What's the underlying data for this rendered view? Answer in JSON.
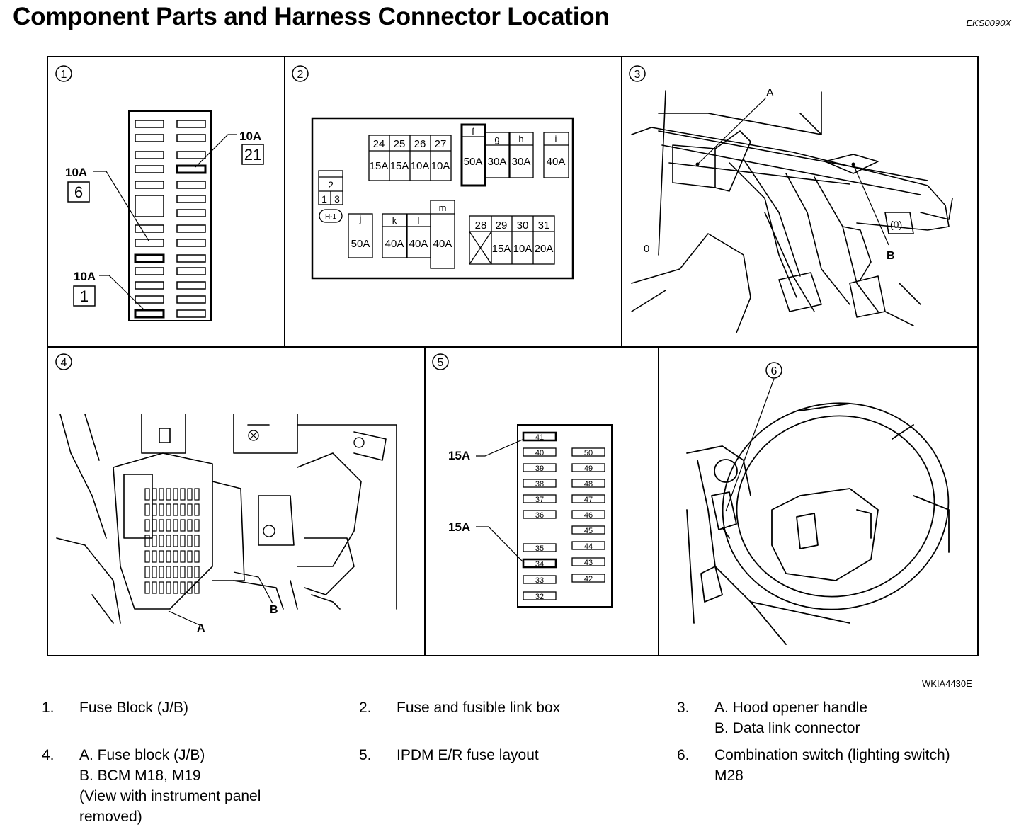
{
  "header": {
    "title": "Component Parts and Harness Connector Location",
    "code": "EKS0090X"
  },
  "figure": {
    "code": "WKIA4430E",
    "panels": {
      "p1": {
        "number": "1",
        "callouts": [
          {
            "amp": "10A",
            "fuse": "21"
          },
          {
            "amp": "10A",
            "fuse": "6"
          },
          {
            "amp": "10A",
            "fuse": "1"
          }
        ]
      },
      "p2": {
        "number": "2",
        "group_a": {
          "nums": [
            "24",
            "25",
            "26",
            "27"
          ],
          "amps": [
            "15A",
            "15A",
            "10A",
            "10A"
          ]
        },
        "letters_top": [
          {
            "letter": "f",
            "amp": "50A"
          },
          {
            "letter": "g",
            "amp": "30A"
          },
          {
            "letter": "h",
            "amp": "30A"
          },
          {
            "letter": "i",
            "amp": "40A"
          }
        ],
        "relay": {
          "top": "2",
          "left": "1",
          "right": "3",
          "tag": "H-1"
        },
        "letters_bottom": [
          {
            "letter": "j",
            "amp": "50A"
          },
          {
            "letter": "k",
            "amp": "40A"
          },
          {
            "letter": "l",
            "amp": "40A"
          },
          {
            "letter": "m",
            "amp": "40A"
          }
        ],
        "group_b": {
          "nums": [
            "28",
            "29",
            "30",
            "31"
          ],
          "amps": [
            "",
            "15A",
            "10A",
            "20A"
          ]
        }
      },
      "p3": {
        "number": "3",
        "label_a": "A",
        "label_b": "B"
      },
      "p4": {
        "number": "4",
        "label_a": "A",
        "label_b": "B"
      },
      "p5": {
        "number": "5",
        "callouts": [
          "15A",
          "15A"
        ],
        "left_fuses": [
          "41",
          "40",
          "39",
          "38",
          "37",
          "36",
          "35",
          "34",
          "33",
          "32"
        ],
        "right_fuses": [
          "50",
          "49",
          "48",
          "47",
          "46",
          "45",
          "44",
          "43",
          "42"
        ]
      },
      "p6": {
        "number": "6"
      }
    }
  },
  "legend": [
    {
      "num": "1.",
      "lines": [
        "Fuse Block (J/B)"
      ]
    },
    {
      "num": "2.",
      "lines": [
        "Fuse and fusible link box"
      ]
    },
    {
      "num": "3.",
      "lines": [
        "A. Hood opener handle",
        "B. Data link connector"
      ]
    },
    {
      "num": "4.",
      "lines": [
        "A. Fuse block (J/B)",
        "B. BCM M18, M19",
        "(View with instrument panel",
        "removed)"
      ]
    },
    {
      "num": "5.",
      "lines": [
        "IPDM E/R fuse layout"
      ]
    },
    {
      "num": "6.",
      "lines": [
        "Combination switch (lighting switch)",
        "M28"
      ]
    }
  ]
}
